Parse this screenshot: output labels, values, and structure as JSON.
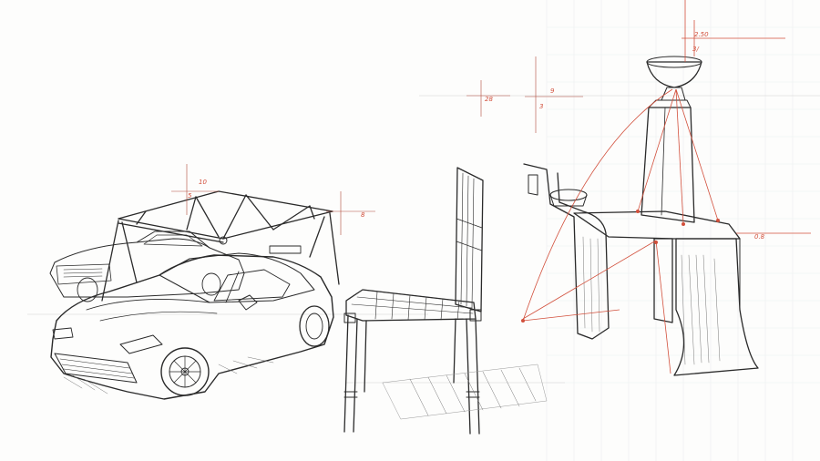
{
  "colors": {
    "ink": "#2a2a2a",
    "redline": "#d2503c",
    "paper": "#fdfdfc",
    "grid": "#eceff0"
  },
  "annotations": {
    "car_top": "10",
    "car_side": "5",
    "frame_right": "8",
    "mid_left": "28",
    "mid_top": "9",
    "mid_bottom": "3",
    "tower_top": "2.50",
    "tower_sub": "3/",
    "bench_right": "0.8"
  }
}
